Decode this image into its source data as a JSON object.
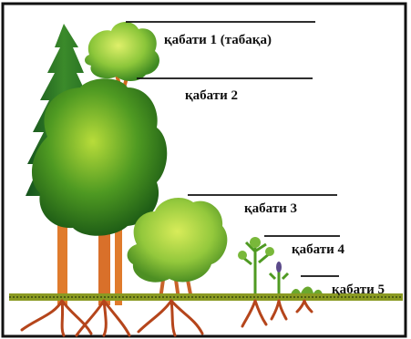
{
  "figure": {
    "labels": [
      "қабати 1 (табақа)",
      "қабати 2",
      "қабати 3",
      "қабати 4",
      "қабати 5"
    ],
    "colors": {
      "frame": "#111111",
      "leader_line": "#111111",
      "conifer": "#2e7d32",
      "canopy_dark": "#3f8f1e",
      "canopy_light": "#9acd32",
      "trunk": "#d2691e",
      "root": "#b5451b",
      "ground": "#7a8b1f"
    }
  }
}
